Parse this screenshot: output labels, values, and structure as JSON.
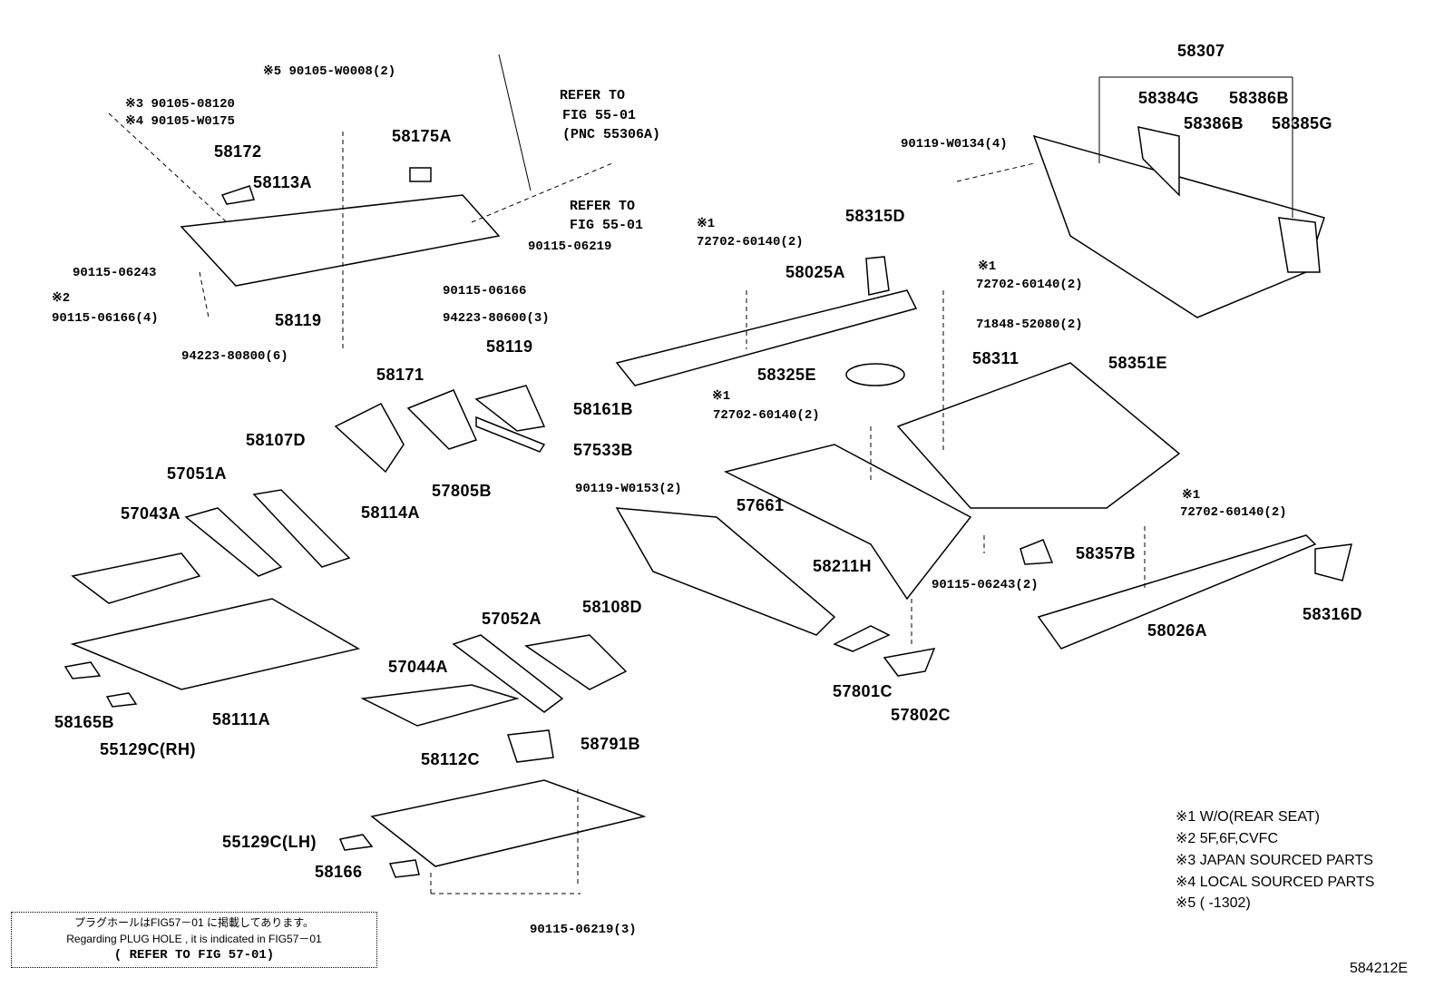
{
  "labels": {
    "p58307": "58307",
    "p58384G": "58384G",
    "p58386B_1": "58386B",
    "p58386B_2": "58386B",
    "p58385G": "58385G",
    "b90119W0134": "90119-W0134(4)",
    "b90105W0008": "※5 90105-W0008(2)",
    "b90105_08120": "※3 90105-08120",
    "b90105W0175": "※4 90105-W0175",
    "ref1a": "REFER TO",
    "ref1b": "FIG 55-01",
    "ref1c": "(PNC 55306A)",
    "ref2a": "REFER TO",
    "ref2b": "FIG 55-01",
    "p58175A": "58175A",
    "p58172": "58172",
    "p58113A": "58113A",
    "b90115_06219": "90115-06219",
    "m1a": "※1",
    "b72702_a": "72702-60140(2)",
    "p58315D": "58315D",
    "p58025A": "58025A",
    "b90115_06243": "90115-06243",
    "m2": "※2",
    "b90115_06166_4": "90115-06166(4)",
    "b90115_06166": "90115-06166",
    "m1b": "※1",
    "b72702_b": "72702-60140(2)",
    "p58119_1": "58119",
    "b94223_80600": "94223-80600(3)",
    "b71848": "71848-52080(2)",
    "b94223_80800": "94223-80800(6)",
    "p58119_2": "58119",
    "p58171": "58171",
    "p58311": "58311",
    "p58351E": "58351E",
    "p58325E": "58325E",
    "m1c": "※1",
    "b72702_c": "72702-60140(2)",
    "p58161B": "58161B",
    "p58107D": "58107D",
    "p57533B": "57533B",
    "p57051A": "57051A",
    "p58114A": "58114A",
    "p57805B": "57805B",
    "b90119W0153": "90119-W0153(2)",
    "p57661": "57661",
    "m1d": "※1",
    "b72702_d": "72702-60140(2)",
    "p57043A": "57043A",
    "p58211H": "58211H",
    "p58357B": "58357B",
    "b90115_06243_2": "90115-06243(2)",
    "p58108D": "58108D",
    "p57052A": "57052A",
    "p58316D": "58316D",
    "p58026A": "58026A",
    "p57044A": "57044A",
    "p57801C": "57801C",
    "p58165B": "58165B",
    "p58111A": "58111A",
    "p57802C": "57802C",
    "p55129C_RH": "55129C(RH)",
    "p58791B": "58791B",
    "p58112C": "58112C",
    "p55129C_LH": "55129C(LH)",
    "p58166": "58166",
    "b90115_06219_3": "90115-06219(3)"
  },
  "notes": [
    "※1 W/O(REAR SEAT)",
    "※2 5F,6F,CVFC",
    "※3 JAPAN SOURCED PARTS",
    "※4 LOCAL SOURCED PARTS",
    "※5 (      -1302)"
  ],
  "figure_id": "584212E",
  "plug_box": {
    "line1": "プラグホールはFIG57－01 に掲載してあります。",
    "line2": "Regarding PLUG HOLE , it is indicated in FIG57－01",
    "line3": "( REFER TO FIG 57-01)"
  }
}
